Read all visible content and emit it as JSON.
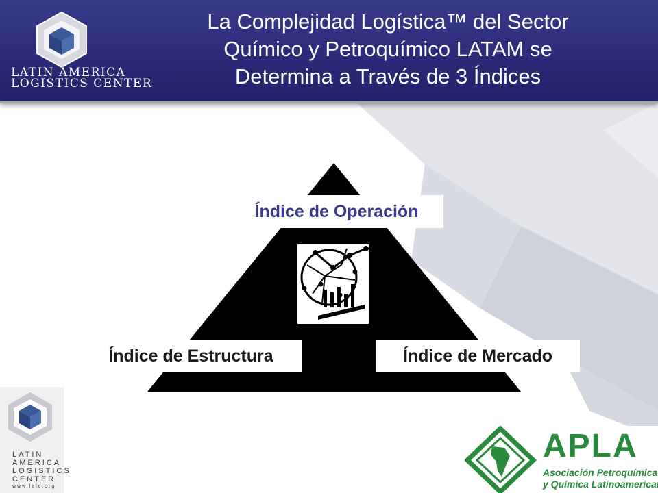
{
  "colors": {
    "header_bg": "#2a2a78",
    "title_text": "#ffffff",
    "accent_label": "#3a3a8c",
    "pyramid": "#000000",
    "apla_green": "#2a8a3c"
  },
  "header": {
    "logo_line1": "LATIN AMERICA",
    "logo_line2": "LOGISTICS CENTER",
    "title_lines": [
      "La Complejidad Logística™  del Sector",
      "Químico y Petroquímico LATAM se",
      "Determina a Través de 3 Índices"
    ]
  },
  "pyramid": {
    "top_label": "Índice de Operación",
    "left_label": "Índice de Estructura",
    "right_label": "Índice de Mercado",
    "center_icon": "chart-globe-icon"
  },
  "side_logo": {
    "lines": [
      "LATIN",
      "AMERICA",
      "LOGISTICS",
      "CENTER"
    ],
    "url": "www.lalc.org"
  },
  "apla_logo": {
    "name": "APLA",
    "subtitle_line1": "Asociación Petroquímica",
    "subtitle_line2": "y Química Latinoamericana"
  }
}
